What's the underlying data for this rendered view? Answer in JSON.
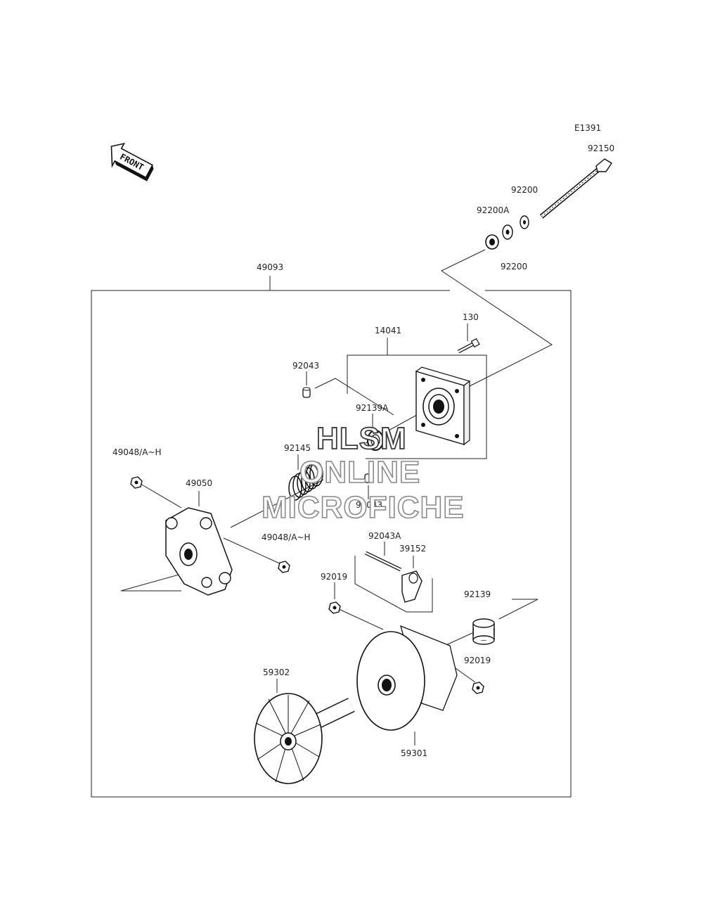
{
  "diagram_id": "E1391",
  "front_arrow_text": "FRONT",
  "parts": {
    "p92150": "92150",
    "p92200_a": "92200",
    "p92200A": "92200A",
    "p92200_b": "92200",
    "p49093": "49093",
    "p130": "130",
    "p14041": "14041",
    "p92043_top": "92043",
    "p92139A": "92139A",
    "p92145": "92145",
    "p49048_left": "49048/A~H",
    "p49050": "49050",
    "p92043_bottom": "92043",
    "p49048_right": "49048/A~H",
    "p92043A": "92043A",
    "p39152": "39152",
    "p92019_left": "92019",
    "p92139": "92139",
    "p92019_right": "92019",
    "p59302": "59302",
    "p59301": "59301"
  },
  "watermark": {
    "line1": "HLSM",
    "line2": "ONLINE",
    "line3": "MICROFICHE"
  }
}
